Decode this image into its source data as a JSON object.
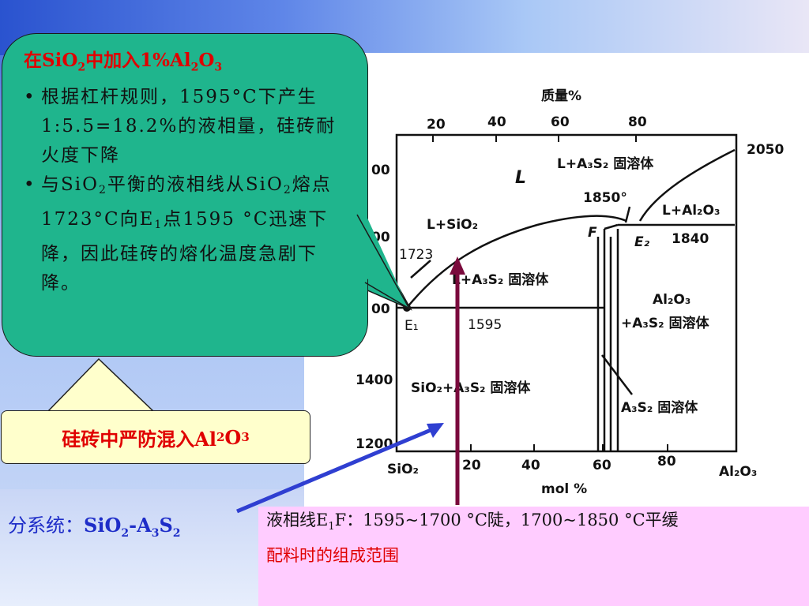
{
  "callout": {
    "title_a": "在SiO",
    "title_sub": "2",
    "title_b": "中加入1%Al",
    "title_sub2": "2",
    "title_c": "O",
    "title_sub3": "3",
    "bullet": "•",
    "bullet1": "根据杠杆规则，1595°C下产生1:5.5=18.2%的液相量，硅砖耐火度下降",
    "bullet2_a": "与SiO",
    "bullet2_sub": "2",
    "bullet2_b": "平衡的液相线从SiO",
    "bullet2_sub2": "2",
    "bullet2_c": "熔点1723°C向E",
    "bullet2_sub3": "1",
    "bullet2_d": "点1595 °C迅速下降，因此硅砖的熔化温度急剧下降。"
  },
  "yellow_box": {
    "a": "硅砖中严防混入Al",
    "sub": "2",
    "b": "O",
    "sub2": "3"
  },
  "subsystem": {
    "label": "分系统：",
    "a": "SiO",
    "sub": "2",
    "b": "-A",
    "sub2": "3",
    "c": "S",
    "sub3": "2"
  },
  "pink_box": {
    "line1_a": "液相线E",
    "line1_sub": "1",
    "line1_b": "F：1595~1700 °C陡，1700~1850 °C平缓",
    "line2": "配料时的组成范围"
  },
  "diagram": {
    "top_axis_title": "质量%",
    "top_ticks": [
      "20",
      "40",
      "60",
      "80"
    ],
    "bottom_ticks": [
      "20",
      "40",
      "60",
      "80"
    ],
    "bottom_left": "SiO₂",
    "bottom_right": "Al₂O₃",
    "bottom_title": "mol %",
    "y_labels": [
      "00",
      "00",
      "00",
      "1400",
      "1200"
    ],
    "temp_2050": "2050",
    "temp_1850": "1850°",
    "temp_1840": "1840",
    "temp_1723": "1723",
    "temp_1595": "1595",
    "label_L": "L",
    "label_L_A3S2": "L+A₃S₂ 固溶体",
    "label_L_SiO2": "L+SiO₂",
    "label_L_Al2O3": "L+Al₂O₃",
    "label_F": "F",
    "label_E2": "E₂",
    "label_E1": "E₁",
    "label_L_A3S2_2": "L+A₃S₂ 固溶体",
    "label_Al2O3_line1": "Al₂O₃",
    "label_Al2O3_line2": "+A₃S₂ 固溶体",
    "label_SiO2_A3S2": "SiO₂+A₃S₂ 固溶体",
    "label_A3S2": "A₃S₂ 固溶体"
  },
  "colors": {
    "callout_green": "#1fb58d",
    "title_red": "#e00000",
    "subsystem_blue": "#1e2dc8",
    "pink": "#ffccff",
    "yellow": "#ffffcc",
    "arrow_maroon": "#7a0a3c"
  }
}
